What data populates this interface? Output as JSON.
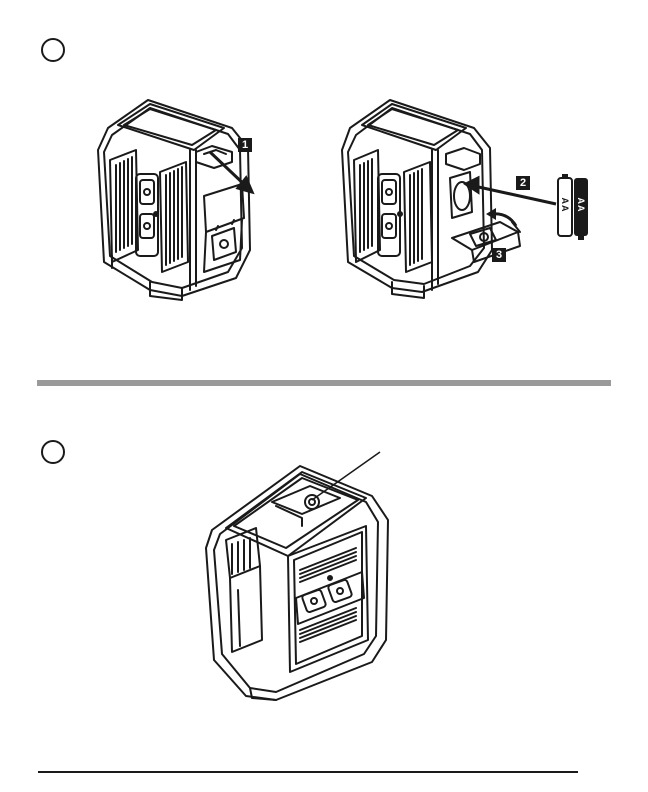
{
  "steps": {
    "step1": {
      "callout_open": "1",
      "callout_insert": "2",
      "callout_close": "3"
    },
    "battery_label_a": "AA",
    "battery_label_b": "AA"
  },
  "icons": [
    "step-circle-icon",
    "laser-level-illustration",
    "battery-illustration",
    "arrow-icon"
  ],
  "colors": {
    "line": "#1a1a1a",
    "divider": "#9a9a9a",
    "background": "#ffffff"
  }
}
